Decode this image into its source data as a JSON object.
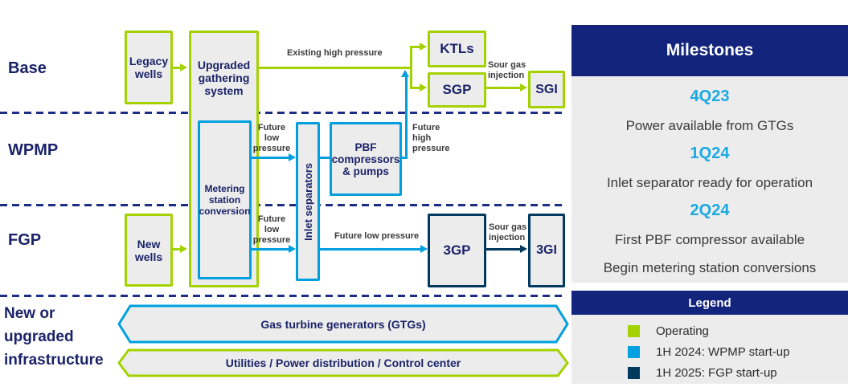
{
  "colors": {
    "operating_green": "#a3d200",
    "wpmp_blue": "#00a0e0",
    "fgp_navy": "#003a5e",
    "header_navy": "#12247b",
    "text_navy": "#1a2369",
    "quarter_cyan": "#1ba9e0",
    "panel_gray": "#ececec"
  },
  "rows": [
    {
      "label": "Base"
    },
    {
      "label": "WPMP"
    },
    {
      "label": "FGP"
    },
    {
      "label": "New or upgraded infrastructure"
    }
  ],
  "boxes": {
    "legacy_wells": "Legacy wells",
    "upgraded_gathering": "Upgraded gathering system",
    "metering_station": "Metering station conversion",
    "inlet_separators": "Inlet separators",
    "pbf_compressors": "PBF compressors & pumps",
    "ktls": "KTLs",
    "sgp": "SGP",
    "sgi": "SGI",
    "new_wells": "New wells",
    "gp3": "3GP",
    "gi3": "3GI"
  },
  "flow_labels": {
    "existing_high_pressure": "Existing high pressure",
    "sour_gas_injection_top": "Sour gas injection",
    "future_low_pressure_wpmp": "Future low pressure",
    "future_high_pressure": "Future high pressure",
    "future_low_pressure_fgp": "Future low pressure",
    "future_low_pressure_line": "Future low pressure",
    "sour_gas_injection_bottom": "Sour gas injection"
  },
  "infrastructure": {
    "gtg": "Gas turbine generators (GTGs)",
    "utilities": "Utilities / Power distribution / Control center"
  },
  "milestones": {
    "title": "Milestones",
    "entries": [
      {
        "quarter": "4Q23",
        "events": [
          "Power available from GTGs"
        ]
      },
      {
        "quarter": "1Q24",
        "events": [
          "Inlet separator ready for operation"
        ]
      },
      {
        "quarter": "2Q24",
        "events": [
          "First PBF compressor available",
          "Begin metering station conversions"
        ]
      }
    ]
  },
  "legend": {
    "title": "Legend",
    "items": [
      {
        "color": "#a3d200",
        "label": "Operating"
      },
      {
        "color": "#00a0e0",
        "label": "1H 2024: WPMP start-up"
      },
      {
        "color": "#003a5e",
        "label": "1H 2025: FGP start-up"
      }
    ]
  }
}
